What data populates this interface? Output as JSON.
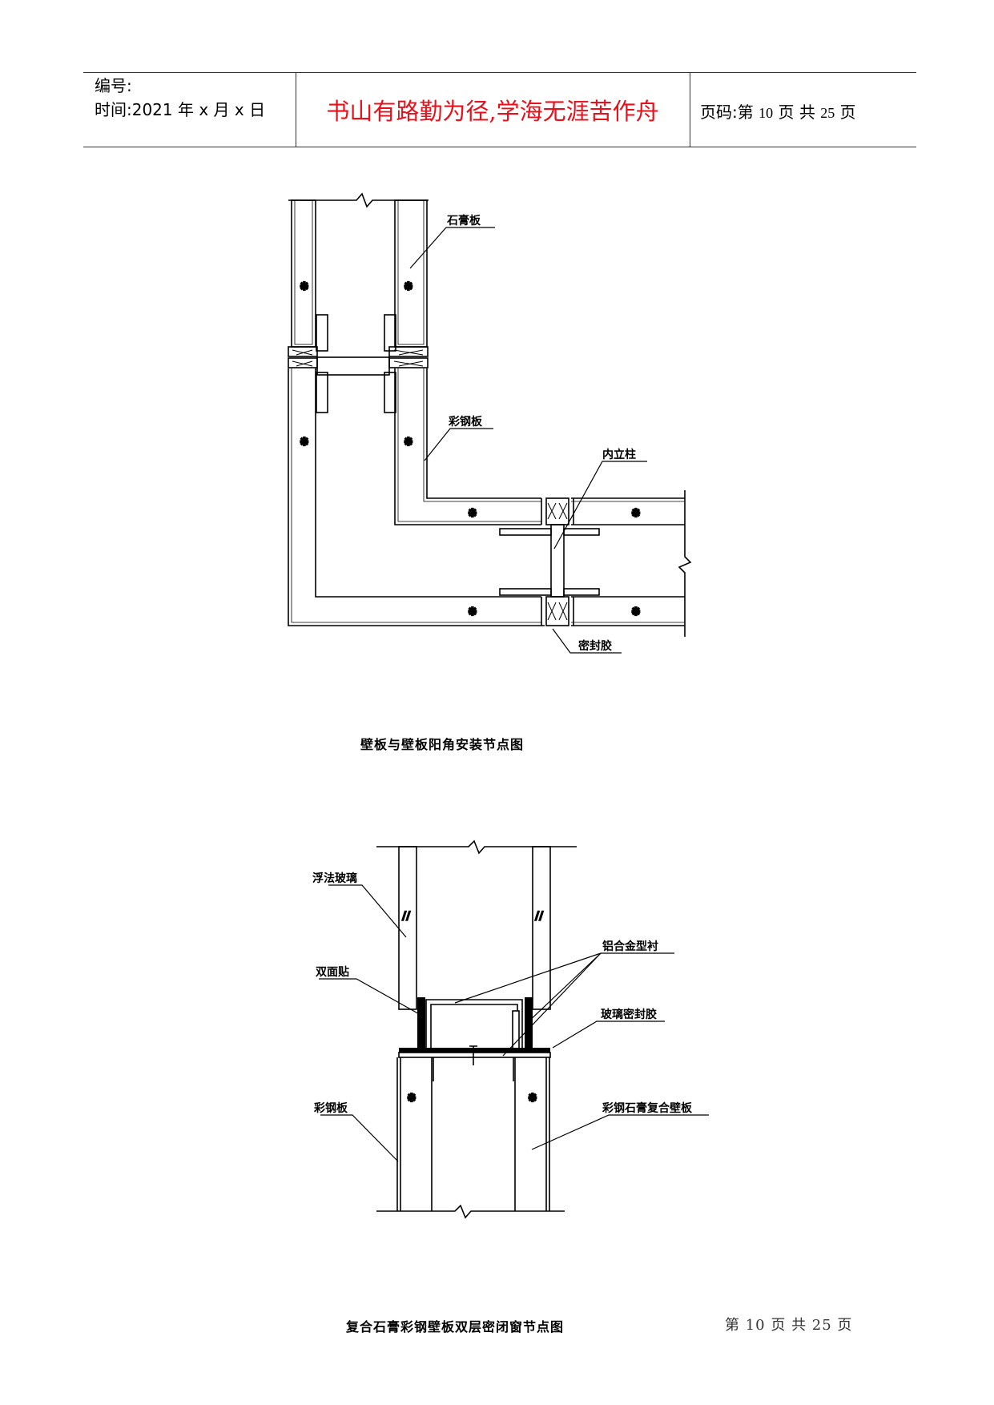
{
  "header": {
    "number_label": "编号:",
    "time_label": "时间:2021 年 x 月 x 日",
    "motto": "书山有路勤为径,学海无涯苦作舟",
    "page_prefix": "页码:第 ",
    "page_current": "10",
    "page_mid": " 页  共 ",
    "page_total": "25",
    "page_suffix": " 页"
  },
  "figure1": {
    "labels": {
      "gypsum_board": "石膏板",
      "steel_board": "彩钢板",
      "inner_post": "内立柱",
      "sealant": "密封胶"
    },
    "caption": "壁板与壁板阳角安装节点图"
  },
  "figure2": {
    "labels": {
      "float_glass": "浮法玻璃",
      "double_tape": "双面贴",
      "aluminum_profile": "铝合金型衬",
      "glass_sealant": "玻璃密封胶",
      "steel_board": "彩钢板",
      "composite_panel": "彩钢石膏复合壁板"
    },
    "caption": "复合石膏彩钢壁板双层密闭窗节点图"
  },
  "footer": {
    "text": "第 10 页 共 25 页"
  },
  "colors": {
    "motto": "#e8101a",
    "line": "#000000"
  }
}
